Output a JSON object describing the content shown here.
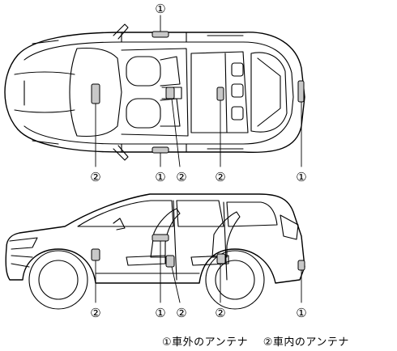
{
  "callouts": {
    "exterior_mark": "①",
    "interior_mark": "②"
  },
  "legend": {
    "exterior": "①車外のアンテナ",
    "interior": "②車内のアンテナ"
  }
}
